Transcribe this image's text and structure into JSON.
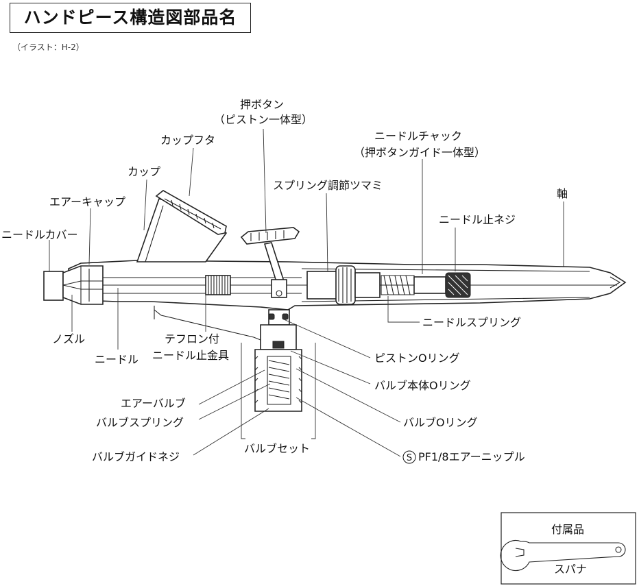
{
  "title": "ハンドピース構造図部品名",
  "subtitle": "（イラスト：H-2）",
  "labels": {
    "push_button": "押ボタン",
    "push_button_sub": "（ピストン一体型）",
    "cup_lid": "カップフタ",
    "cup": "カップ",
    "air_cap": "エアーキャップ",
    "needle_cover": "ニードルカバー",
    "nozzle": "ノズル",
    "needle": "ニードル",
    "teflon_line1": "テフロン付",
    "teflon_line2": "ニードル止金具",
    "needle_chuck": "ニードルチャック",
    "needle_chuck_sub": "（押ボタンガイド一体型）",
    "spring_knob": "スプリング調節ツマミ",
    "shaft": "軸",
    "needle_lock_screw": "ニードル止ネジ",
    "needle_spring": "ニードルスプリング",
    "piston_oring": "ピストンOリング",
    "valve_body_oring": "バルブ本体Oリング",
    "valve_oring": "バルブOリング",
    "air_nipple": "PF1/8エアーニップル",
    "air_nipple_mark": "S",
    "air_valve": "エアーバルブ",
    "valve_spring": "バルブスプリング",
    "valve_guide_screw": "バルブガイドネジ",
    "valve_set": "バルブセット"
  },
  "accessories": {
    "heading": "付属品",
    "spanner": "スパナ"
  }
}
